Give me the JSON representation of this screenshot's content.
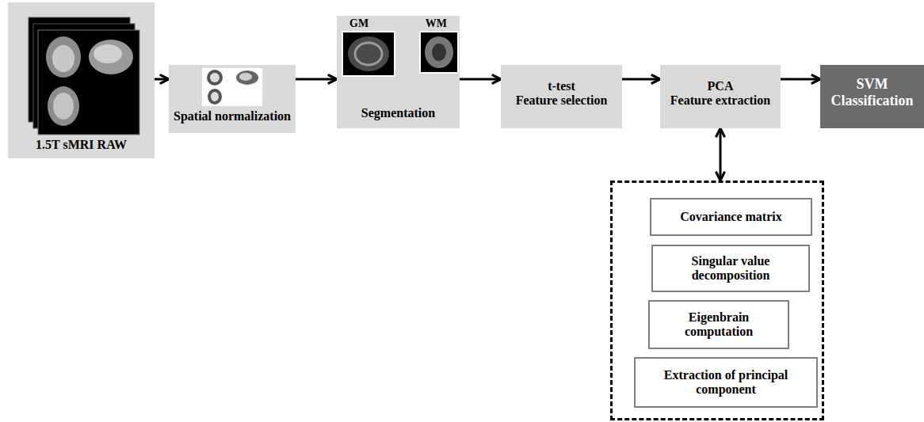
{
  "diagram": {
    "nodes": [
      {
        "text": [
          "1.5T sMRI RAW"
        ]
      },
      {
        "text": [
          "Spatial normalization"
        ]
      },
      {
        "text": [
          "GM",
          "WM",
          "Segmentation"
        ]
      },
      {
        "text": [
          "t-test Feature selection"
        ]
      },
      {
        "text": [
          "PCA Feature extraction"
        ]
      },
      {
        "text": [
          "SVM Classification"
        ]
      },
      {
        "text": []
      },
      {
        "text": [
          "Covariance matrix"
        ],
        "in": 6
      },
      {
        "text": [
          "Singular value decomposition"
        ],
        "in": 6
      },
      {
        "text": [
          "Eigenbrain computation"
        ],
        "in": 6
      },
      {
        "text": [
          "Extraction of principal component"
        ],
        "in": 6
      }
    ],
    "edges": [
      {
        "from": 0,
        "to": 1,
        "arrow": "to"
      },
      {
        "from": 1,
        "to": 2,
        "arrow": "to"
      },
      {
        "from": 2,
        "to": 3,
        "arrow": "to"
      },
      {
        "from": 3,
        "to": 4,
        "arrow": "to"
      },
      {
        "from": 4,
        "to": 5,
        "arrow": "to"
      },
      {
        "from": 4,
        "to": 6,
        "arrow": "both"
      }
    ]
  }
}
